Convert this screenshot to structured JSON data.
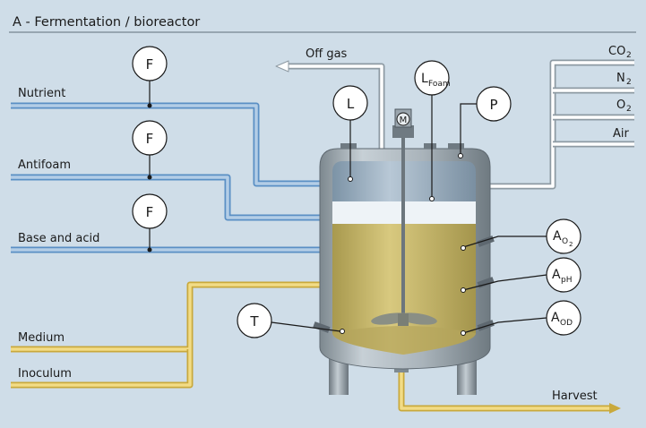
{
  "title": "A - Fermentation / bioreactor",
  "inlets": {
    "nutrient": "Nutrient",
    "antifoam": "Antifoam",
    "base_acid": "Base and acid",
    "medium": "Medium",
    "inoculum": "Inoculum"
  },
  "gases": {
    "co2_main": "CO",
    "co2_sub": "2",
    "n2_main": "N",
    "n2_sub": "2",
    "o2_main": "O",
    "o2_sub": "2",
    "air": "Air"
  },
  "outlets": {
    "off_gas": "Off gas",
    "harvest": "Harvest"
  },
  "instruments": {
    "flow": "F",
    "level": "L",
    "level_foam_main": "L",
    "level_foam_sub": "Foam",
    "pressure": "P",
    "temperature": "T",
    "motor": "M",
    "analyzer_main": "A",
    "ao2_sub_main": "O",
    "ao2_sub_sub": "2",
    "aph_sub": "pH",
    "aod_sub": "OD"
  },
  "colors": {
    "background": "#cfdde8",
    "blue_line": "#5a8fc4",
    "blue_fill": "#a9c6e3",
    "yellow_line": "#c9a93c",
    "yellow_fill": "#f2dc86",
    "broth": "#c9b96a",
    "vessel": "#9aa5ad"
  }
}
